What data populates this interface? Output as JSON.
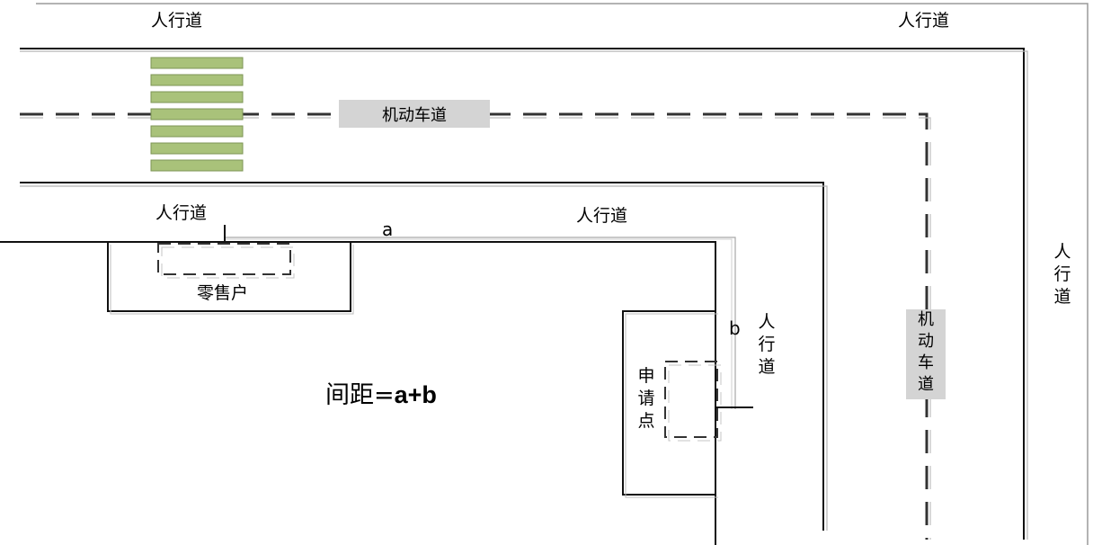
{
  "labels": {
    "sidewalk": "人行道",
    "lane": "机动车道",
    "retailer": "零售户",
    "application_point": "申请点",
    "segment_a": "a",
    "segment_b": "b",
    "formula_prefix": "间距=",
    "formula_expr": "a+b"
  },
  "colors": {
    "crosswalk_fill": "#a9c27a",
    "crosswalk_border": "#7d9455",
    "lane_tag_bg": "#d4d4d4",
    "line": "#000000"
  }
}
